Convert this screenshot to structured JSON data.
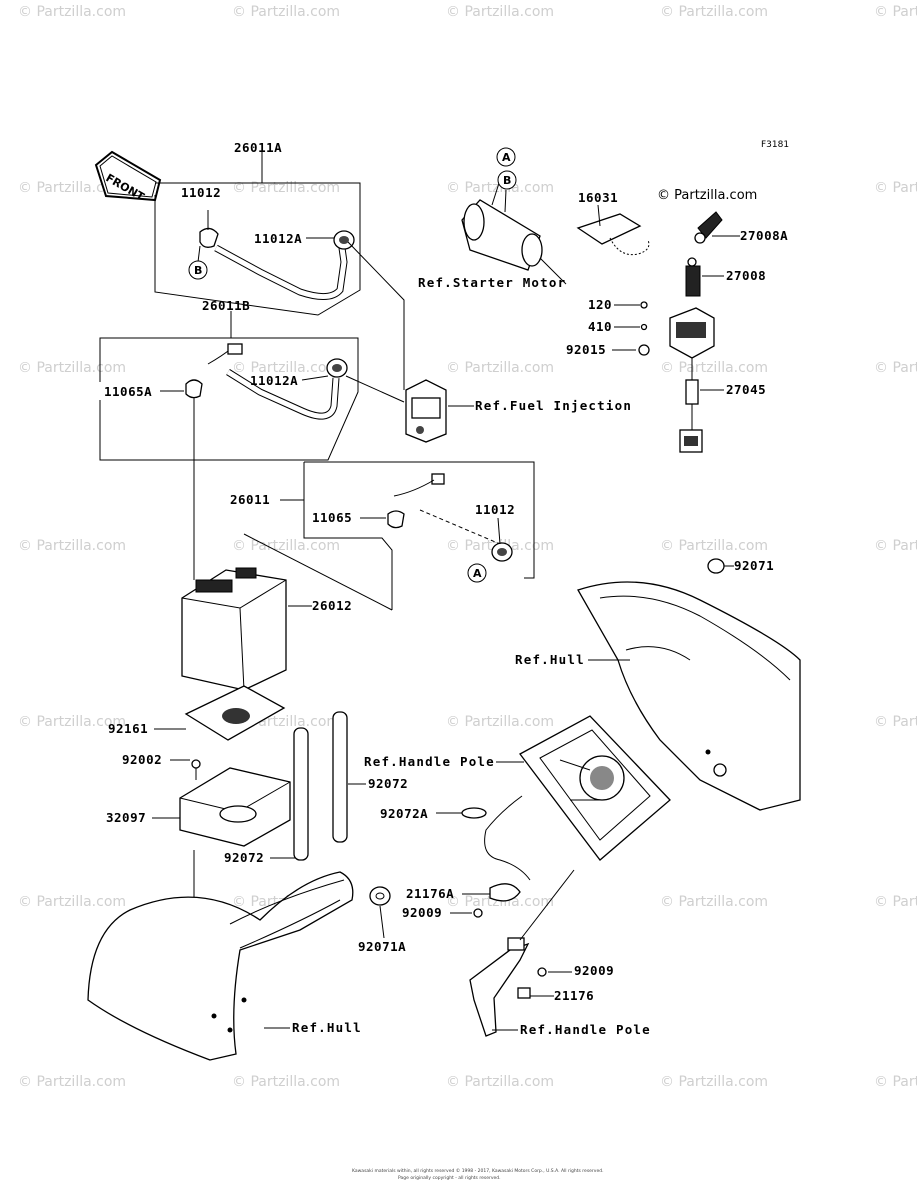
{
  "diagram_code": "F3181",
  "copyright": "© Partzilla.com",
  "watermark": "© Partzilla.com",
  "footer_lines": [
    "Kawasaki materials within, all rights reserved © 1998 - 2017, Kawasaki Motors Corp., U.S.A.  All rights reserved.",
    "Page originally copyright - all rights reserved."
  ],
  "front_marker": "FRONT",
  "callouts": {
    "A": "A",
    "B": "B"
  },
  "parts": {
    "p26011A": "26011A",
    "p11012_top": "11012",
    "p11012A_top": "11012A",
    "p26011B": "26011B",
    "p11065A": "11065A",
    "p11012A_mid": "11012A",
    "p26011": "26011",
    "p11065": "11065",
    "p11012_low": "11012",
    "p26012": "26012",
    "p16031": "16031",
    "p27008A": "27008A",
    "p27008": "27008",
    "p120": "120",
    "p410": "410",
    "p92015": "92015",
    "p27045": "27045",
    "p92071": "92071",
    "p92161": "92161",
    "p92002": "92002",
    "p32097": "32097",
    "p92072_right": "92072",
    "p92072_low": "92072",
    "p92072A": "92072A",
    "p21176A": "21176A",
    "p92009_a": "92009",
    "p92009_b": "92009",
    "p21176": "21176",
    "p92071A": "92071A"
  },
  "refs": {
    "starter_motor": "Ref.Starter Motor",
    "fuel_injection": "Ref.Fuel Injection",
    "hull_upper": "Ref.Hull",
    "handle_pole_upper": "Ref.Handle Pole",
    "hull_lower": "Ref.Hull",
    "handle_pole_lower": "Ref.Handle Pole"
  }
}
